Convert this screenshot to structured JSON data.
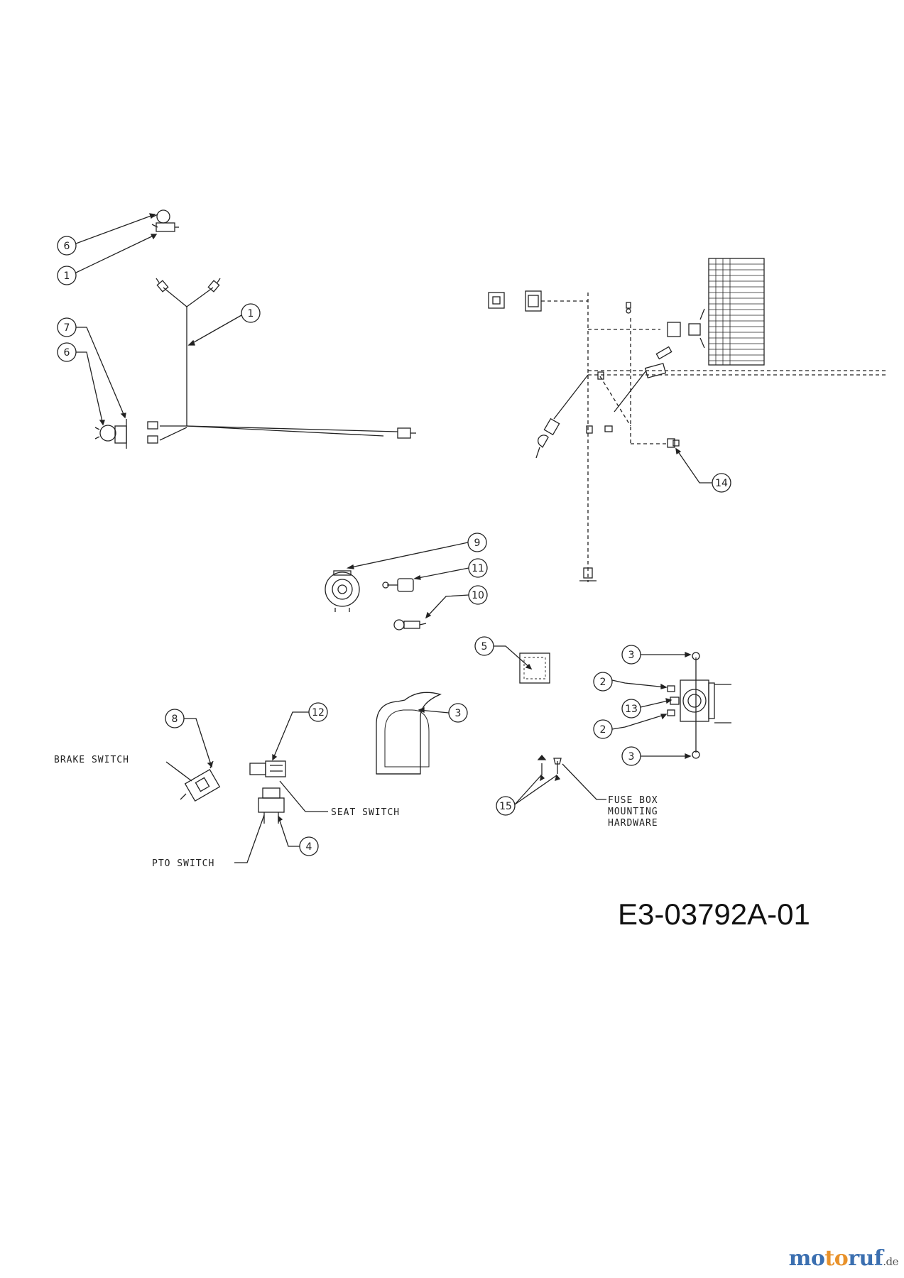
{
  "diagram_code": "E3-03792A-01",
  "labels": {
    "brake_switch": "BRAKE SWITCH",
    "seat_switch": "SEAT SWITCH",
    "pto_switch": "PTO SWITCH",
    "fuse_box_1": "FUSE BOX",
    "fuse_box_2": "MOUNTING",
    "fuse_box_3": "HARDWARE"
  },
  "balloons": {
    "b6a": "6",
    "b1a": "1",
    "b1b": "1",
    "b7": "7",
    "b6b": "6",
    "b14": "14",
    "b9": "9",
    "b11": "11",
    "b10": "10",
    "b5": "5",
    "b3a": "3",
    "b2a": "2",
    "b13": "13",
    "b2b": "2",
    "b3b": "3",
    "b8": "8",
    "b12": "12",
    "b3c": "3",
    "b4": "4",
    "b15": "15"
  },
  "watermark": {
    "part1": "mo",
    "part2": "to",
    "part3": "ruf",
    "tld": ".de"
  },
  "colors": {
    "line": "#222222",
    "watermark_blue": "#3b6fb0",
    "watermark_orange": "#e8912a"
  }
}
